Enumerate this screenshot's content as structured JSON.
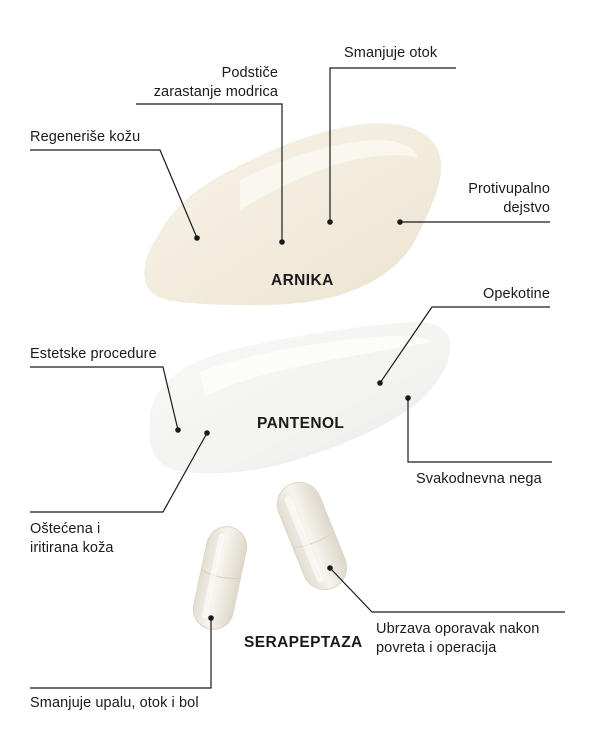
{
  "products": {
    "arnika": "ARNIKA",
    "pantenol": "PANTENOL",
    "serapeptaza": "SERAPEPTAZA"
  },
  "labels": {
    "smanjuje_otok": "Smanjuje otok",
    "podstice_1": "Podstiče",
    "podstice_2": "zarastanje modrica",
    "regenerise": "Regeneriše kožu",
    "protivupalno_1": "Protivupalno",
    "protivupalno_2": "dejstvo",
    "opekotine": "Opekotine",
    "estetske": "Estetske procedure",
    "svakodnevna": "Svakodnevna nega",
    "ostecena_1": "Oštećena i",
    "ostecena_2": "iritirana koža",
    "ubrzava_1": "Ubrzava oporavak nakon",
    "ubrzava_2": "povreta i operacija",
    "smanjuje_upalu": "Smanjuje upalu, otok i bol"
  },
  "colors": {
    "arnika_cream": "#f4efe1",
    "pantenol_cream": "#f5f5f3",
    "capsule": "#f1ede4",
    "line": "#1a1a1a"
  }
}
